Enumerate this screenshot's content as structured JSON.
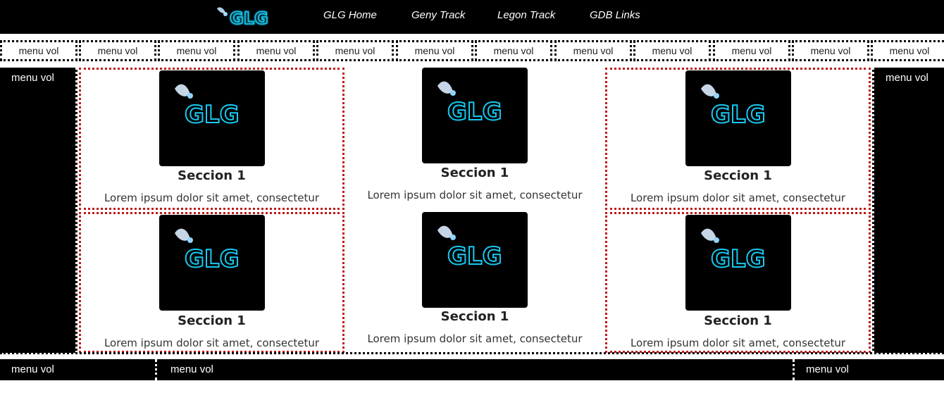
{
  "nav": {
    "logo_text": "GLG",
    "links": [
      "GLG Home",
      "Geny Track",
      "Legon Track",
      "GDB Links"
    ]
  },
  "menu": {
    "items": [
      "menu vol",
      "menu vol",
      "menu vol",
      "menu vol",
      "menu vol",
      "menu vol",
      "menu vol",
      "menu vol",
      "menu vol",
      "menu vol",
      "menu vol",
      "menu vol"
    ]
  },
  "sidebar": {
    "left_label": "menu vol",
    "right_label": "menu vol"
  },
  "sections": [
    {
      "title": "Seccion 1",
      "text": "Lorem ipsum dolor sit amet, consectetur"
    },
    {
      "title": "Seccion 1",
      "text": "Lorem ipsum dolor sit amet, consectetur"
    },
    {
      "title": "Seccion 1",
      "text": "Lorem ipsum dolor sit amet, consectetur"
    },
    {
      "title": "Seccion 1",
      "text": "Lorem ipsum dolor sit amet, consectetur"
    },
    {
      "title": "Seccion 1",
      "text": "Lorem ipsum dolor sit amet, consectetur"
    },
    {
      "title": "Seccion 1",
      "text": "Lorem ipsum dolor sit amet, consectetur"
    }
  ],
  "card_image_text": "GLG",
  "footer": {
    "items": [
      "menu vol",
      "menu vol",
      "menu vol"
    ]
  },
  "colors": {
    "accent_neon": "#19c8f0",
    "border_red": "#c01818",
    "bar": "#000000"
  }
}
